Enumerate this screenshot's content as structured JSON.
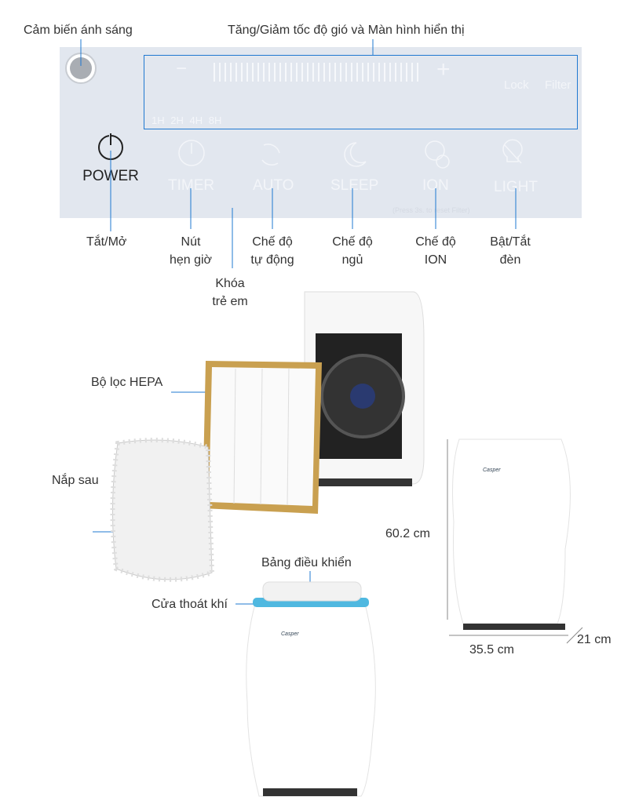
{
  "control_panel": {
    "display_labels": {
      "lock": "Lock",
      "filter": "Filter",
      "minus": "−",
      "plus": "+"
    },
    "timer_options": [
      "1H",
      "2H",
      "4H",
      "8H"
    ],
    "buttons": {
      "power": "POWER",
      "timer": "TIMER",
      "auto": "AUTO",
      "sleep": "SLEEP",
      "ion": "ION",
      "light": "LIGHT"
    },
    "reset_hint": "(Press 3s. to reset Filter)"
  },
  "callouts": {
    "light_sensor": "Cảm biến ánh sáng",
    "speed_display": "Tăng/Giảm tốc độ gió và Màn hình hiển thị",
    "power": "Tắt/Mở",
    "timer": [
      "Nút",
      "hẹn giờ"
    ],
    "auto": [
      "Chế độ",
      "tự động"
    ],
    "child_lock": [
      "Khóa",
      "trẻ em"
    ],
    "sleep": [
      "Chế độ",
      "ngủ"
    ],
    "ion": [
      "Chế độ",
      "ION"
    ],
    "light": [
      "Bật/Tắt",
      "đèn"
    ],
    "hepa": "Bộ lọc HEPA",
    "back_cover": "Nắp sau",
    "control_board": "Bảng điều khiển",
    "air_outlet": "Cửa thoát khí"
  },
  "dimensions": {
    "height": "60.2 cm",
    "width": "35.5 cm",
    "depth": "21 cm"
  },
  "brand": "Casper",
  "colors": {
    "callout_line": "#1f78d1",
    "panel": "#e2e7ef",
    "hepa_frame": "#c9a050"
  }
}
